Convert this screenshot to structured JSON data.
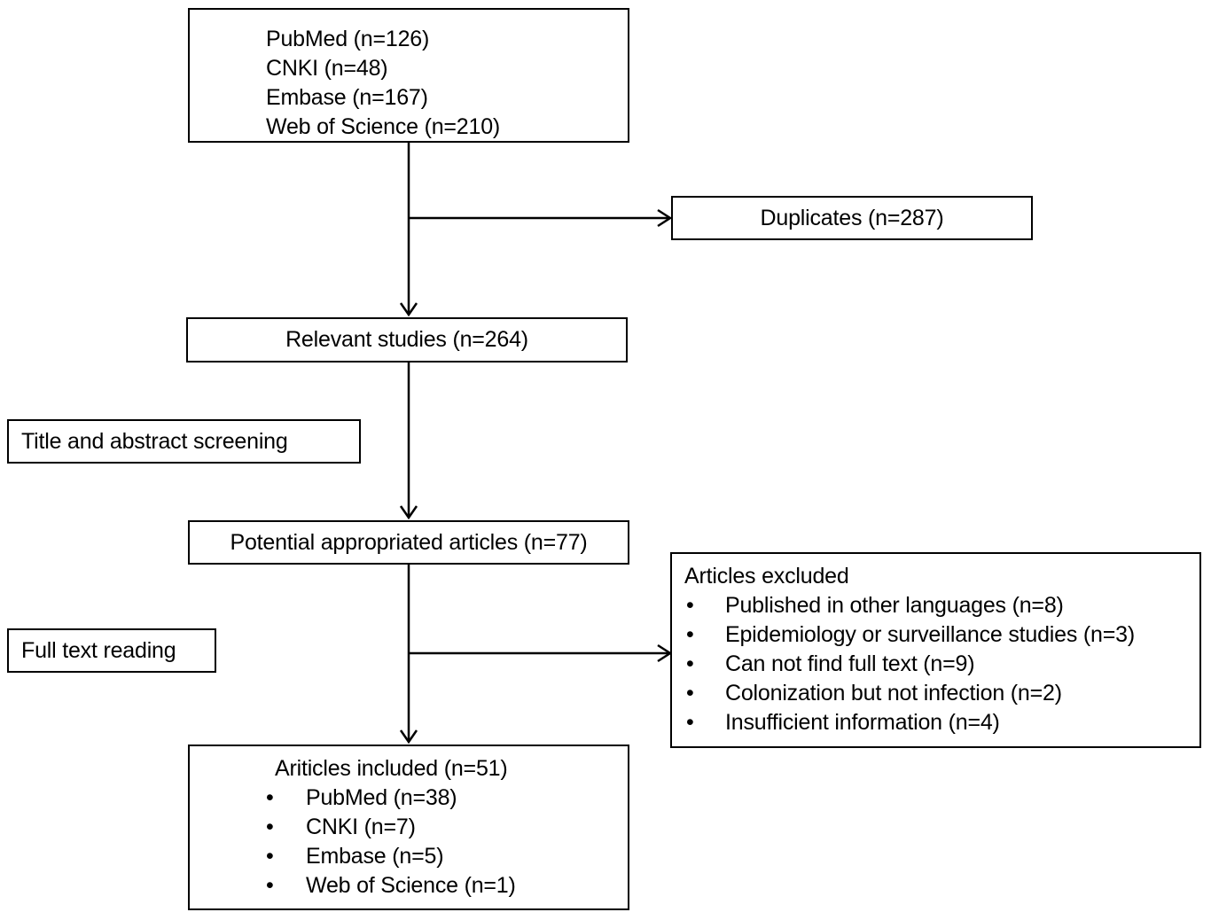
{
  "diagram": {
    "sources": {
      "lines": [
        "PubMed (n=126)",
        "CNKI (n=48)",
        "Embase (n=167)",
        "Web of Science (n=210)"
      ]
    },
    "duplicates": "Duplicates (n=287)",
    "relevant": "Relevant studies (n=264)",
    "screening_label": "Title and abstract screening",
    "potential": "Potential appropriated articles (n=77)",
    "fulltext_label": "Full text reading",
    "excluded": {
      "title": "Articles excluded",
      "items": [
        "Published in other languages (n=8)",
        "Epidemiology or surveillance studies (n=3)",
        "Can not find full text (n=9)",
        "Colonization but not infection (n=2)",
        "Insufficient information (n=4)"
      ]
    },
    "included": {
      "title": "Ariticles included (n=51)",
      "items": [
        "PubMed (n=38)",
        "CNKI (n=7)",
        "Embase (n=5)",
        "Web of Science (n=1)"
      ]
    },
    "bullet": "•"
  }
}
